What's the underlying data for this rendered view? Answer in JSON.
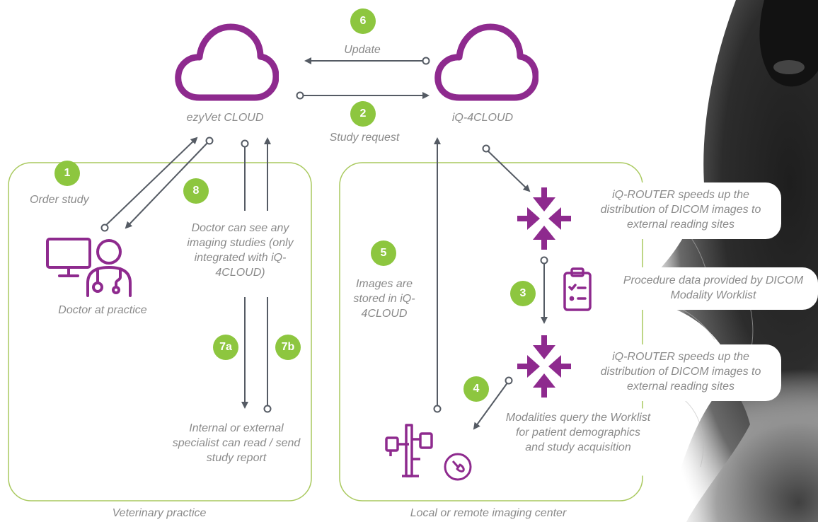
{
  "clouds": {
    "ezyvet": "ezyVet CLOUD",
    "iq4cloud": "iQ-4CLOUD"
  },
  "steps": {
    "s1": {
      "num": "1",
      "label": "Order study"
    },
    "s2": {
      "num": "2",
      "label": "Study request"
    },
    "s3": {
      "num": "3",
      "label": "Procedure data provided by DICOM Modality Worklist"
    },
    "s4": {
      "num": "4",
      "label": "Modalities query the Worklist for patient demographics and study acquisition"
    },
    "s5": {
      "num": "5",
      "label": "Images are stored in iQ-4CLOUD"
    },
    "s6": {
      "num": "6",
      "label": "Update"
    },
    "s7a": {
      "num": "7a"
    },
    "s7b": {
      "num": "7b"
    },
    "s8": {
      "num": "8"
    }
  },
  "texts": {
    "doctor_practice": "Doctor at practice",
    "doctor_view": "Doctor can see any imaging studies (only integrated with iQ-4CLOUD)",
    "specialist": "Internal or external specialist can read / send study report",
    "router_top": "iQ-ROUTER speeds up the distribution of DICOM images to external reading sites",
    "router_bottom": "iQ-ROUTER speeds up the distribution of DICOM images to external reading sites"
  },
  "regions": {
    "vet": "Veterinary practice",
    "imaging": "Local or remote imaging center"
  },
  "icons": [
    "cloud-icon",
    "doctor-computer-icon",
    "clipboard-checklist-icon",
    "router-arrows-icon",
    "x-ray-modality-icon",
    "ultrasound-probe-icon"
  ],
  "colors": {
    "accent_purple": "#8e2a8e",
    "badge_green": "#8dc63f",
    "line_green": "#a9c95e",
    "arrow_gray": "#555b64",
    "text_gray": "#8a8a8a"
  }
}
